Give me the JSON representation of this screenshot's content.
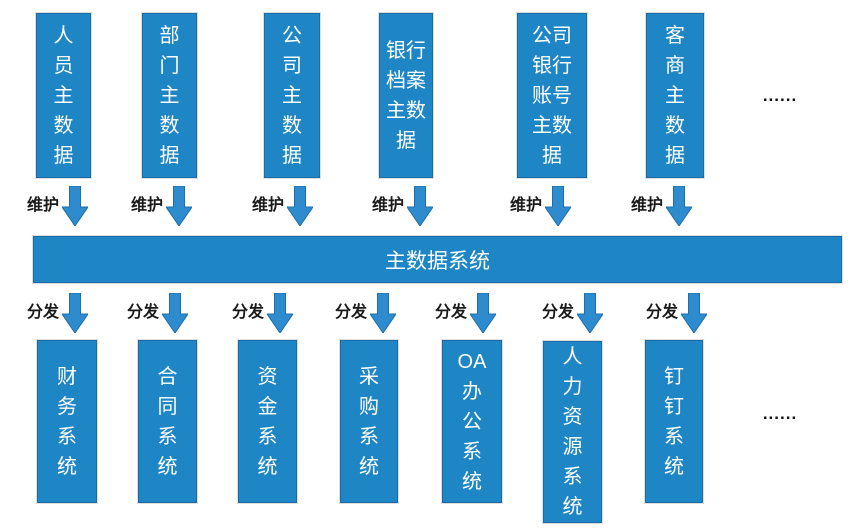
{
  "labels": {
    "maintain": "维护",
    "distribute": "分发",
    "ellipsis": "......"
  },
  "master_bar": {
    "label": "主数据系统"
  },
  "sources": [
    {
      "label": "人\n员\n主\n数\n据"
    },
    {
      "label": "部\n门\n主\n数\n据"
    },
    {
      "label": "公\n司\n主\n数\n据"
    },
    {
      "label": "银行\n档案\n主数\n据"
    },
    {
      "label": "公司\n银行\n账号\n主数\n据"
    },
    {
      "label": "客\n商\n主\n数\n据"
    }
  ],
  "targets": [
    {
      "label": "财\n务\n系\n统"
    },
    {
      "label": "合\n同\n系\n统"
    },
    {
      "label": "资\n金\n系\n统"
    },
    {
      "label": "采\n购\n系\n统"
    },
    {
      "label": "OA\n办\n公\n系\n统"
    },
    {
      "label": "人\n力\n资\n源\n系\n统"
    },
    {
      "label": "钉\n钉\n系\n统"
    }
  ],
  "colors": {
    "box_fill": "#1F86C6",
    "box_border": "#1B6CA6",
    "arrow_fill": "#2E8BCD",
    "arrow_border": "#1C6FAD",
    "box_text": "#FFFFFF",
    "label_text": "#1A1A1A"
  }
}
